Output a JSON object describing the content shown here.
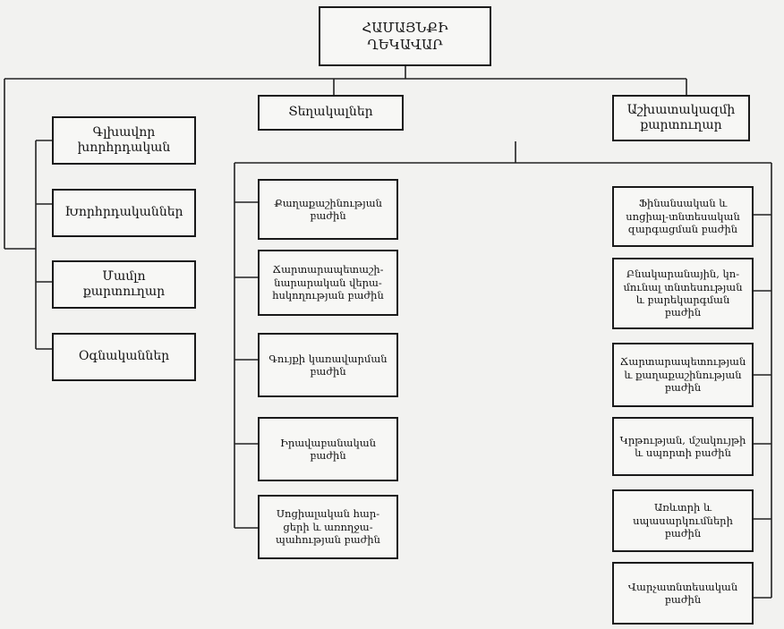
{
  "top": {
    "line1": "ՀԱՄԱՅՆՔԻ",
    "line2": "ՂԵԿԱՎԱՐ"
  },
  "left_column": [
    {
      "line1": "Գլխավոր",
      "line2": "խորհրդական"
    },
    {
      "line1": "Խորհրդականներ",
      "line2": ""
    },
    {
      "line1": "Մամլո",
      "line2": "քարտուղար"
    },
    {
      "line1": "Օգնականներ",
      "line2": ""
    }
  ],
  "deputies": {
    "line1": "Տեղակալներ",
    "line2": ""
  },
  "secretary": {
    "line1": "Աշխատակազմի",
    "line2": "քարտուղար"
  },
  "middle_column": [
    {
      "line1": "Քաղաքաշինության",
      "line2": "բաժին",
      "line3": ""
    },
    {
      "line1": "Ճարտարապետաշի-",
      "line2": "նարարական վերա-",
      "line3": "հսկողության բաժին"
    },
    {
      "line1": "Գույքի կառավարման",
      "line2": "բաժին",
      "line3": ""
    },
    {
      "line1": "Իրավաբանական",
      "line2": "բաժին",
      "line3": ""
    },
    {
      "line1": "Սոցիալական հար-",
      "line2": "ցերի և առողջա-",
      "line3": "պահության բաժին"
    }
  ],
  "right_column": [
    {
      "line1": "Ֆինանսական և",
      "line2": "սոցիալ-տնտեսական",
      "line3": "զարգացման բաժին",
      "line4": ""
    },
    {
      "line1": "Բնակարանային, կո-",
      "line2": "մունալ տնտեսության",
      "line3": "և բարեկարգման",
      "line4": "բաժին"
    },
    {
      "line1": "Ճարտարապետության",
      "line2": "և քաղաքաշինության",
      "line3": "բաժին",
      "line4": ""
    },
    {
      "line1": "Կրթության, մշակույթի",
      "line2": "և սպորտի բաժին",
      "line3": "",
      "line4": ""
    },
    {
      "line1": "Առևտրի և",
      "line2": "սպասարկումների",
      "line3": "բաժին",
      "line4": ""
    },
    {
      "line1": "Վարչատնտեսական",
      "line2": "բաժին",
      "line3": "",
      "line4": ""
    }
  ]
}
